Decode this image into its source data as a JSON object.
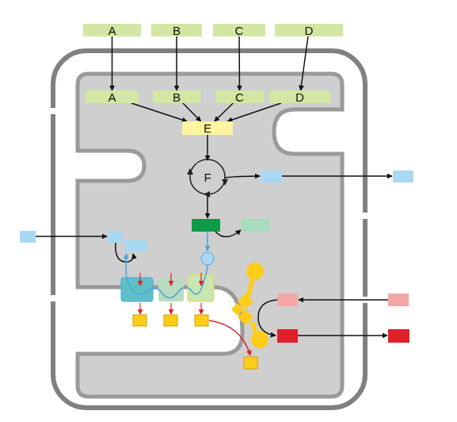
{
  "diagram": {
    "nodes": [
      {
        "text": [
          "A"
        ]
      },
      {
        "text": [
          "B"
        ]
      },
      {
        "text": [
          "C"
        ]
      },
      {
        "text": [
          "D"
        ]
      },
      {
        "text": [
          "A"
        ]
      },
      {
        "text": [
          "B"
        ]
      },
      {
        "text": [
          "C"
        ]
      },
      {
        "text": [
          "D"
        ]
      },
      {
        "text": [
          "E"
        ]
      },
      {
        "text": [
          "F"
        ]
      }
    ],
    "edges": [
      {
        "from": 0,
        "to": 4,
        "arrow": "to"
      },
      {
        "from": 1,
        "to": 5,
        "arrow": "to"
      },
      {
        "from": 2,
        "to": 6,
        "arrow": "to"
      },
      {
        "from": 3,
        "to": 7,
        "arrow": "to"
      },
      {
        "from": 4,
        "to": 8,
        "arrow": "to"
      },
      {
        "from": 5,
        "to": 8,
        "arrow": "to"
      },
      {
        "from": 6,
        "to": 8,
        "arrow": "to"
      },
      {
        "from": 7,
        "to": 8,
        "arrow": "to"
      },
      {
        "from": 8,
        "to": 9,
        "arrow": "to"
      }
    ]
  }
}
